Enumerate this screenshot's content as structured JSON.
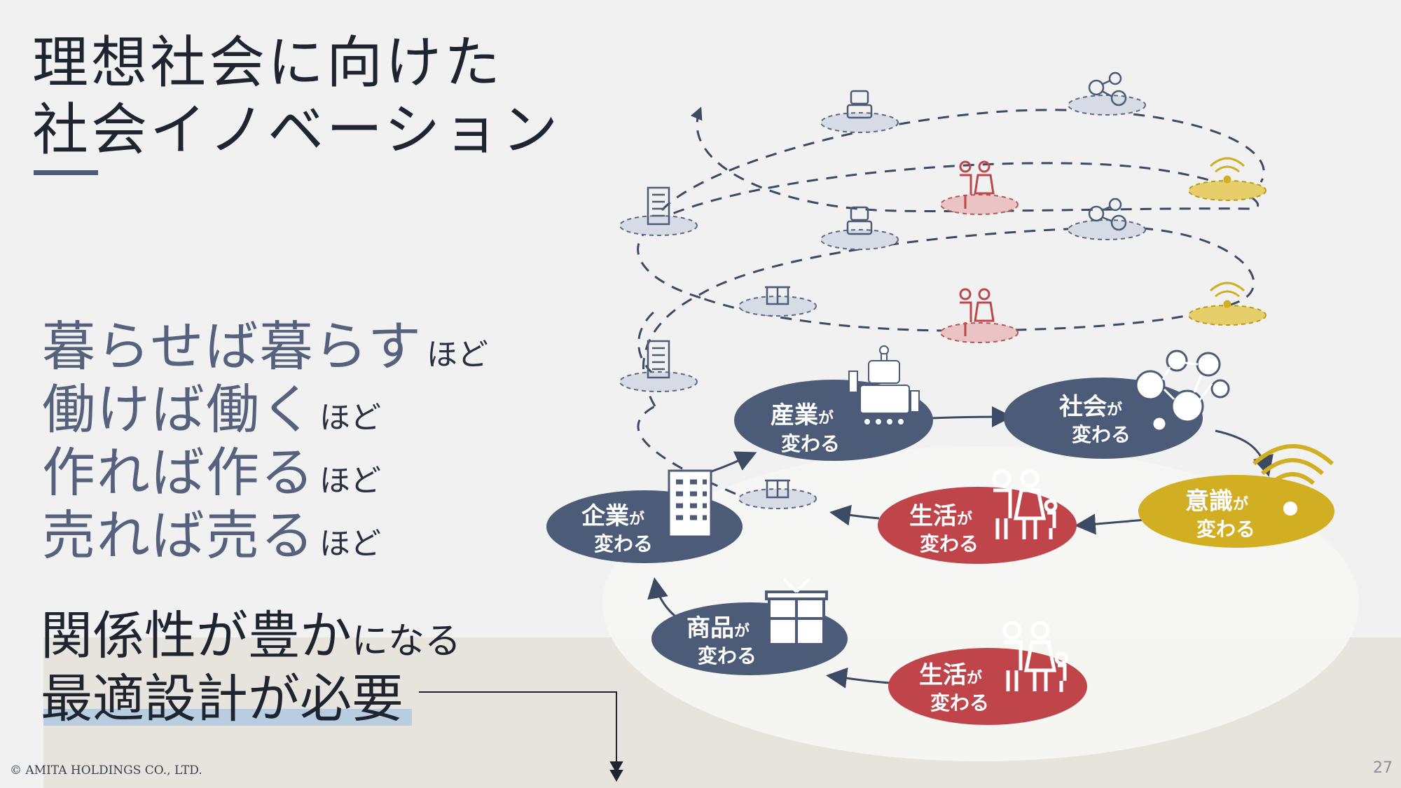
{
  "title": {
    "line1": "理想社会に向けた",
    "line2": "社会イノベーション"
  },
  "phrases": [
    {
      "main": "暮らせば暮らす",
      "suffix": "ほど"
    },
    {
      "main": "働けば働く",
      "suffix": "ほど"
    },
    {
      "main": "作れば作る",
      "suffix": "ほど"
    },
    {
      "main": "売れば売る",
      "suffix": "ほど"
    }
  ],
  "relation": {
    "main": "関係性が豊か",
    "suffix": "になる"
  },
  "need": "最適設計が必要",
  "nodes": {
    "industry": {
      "line1": "産業",
      "ga": "が",
      "line2": "変わる"
    },
    "society": {
      "line1": "社会",
      "ga": "が",
      "line2": "変わる"
    },
    "awareness": {
      "line1": "意識",
      "ga": "が",
      "line2": "変わる"
    },
    "life_upper": {
      "line1": "生活",
      "ga": "が",
      "line2": "変わる"
    },
    "company": {
      "line1": "企業",
      "ga": "が",
      "line2": "変わる"
    },
    "product": {
      "line1": "商品",
      "ga": "が",
      "line2": "変わる"
    },
    "life_lower": {
      "line1": "生活",
      "ga": "が",
      "line2": "変わる"
    }
  },
  "colors": {
    "navy": "#4c5b78",
    "red": "#c0454a",
    "gold": "#d2ae22",
    "accent_line": "#4a5a78",
    "highlight": "#b9cde0"
  },
  "footer": {
    "copyright": "© AMITA HOLDINGS CO., LTD.",
    "page_number": "27"
  }
}
